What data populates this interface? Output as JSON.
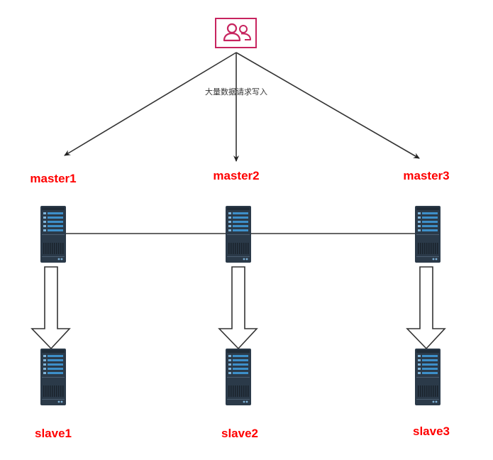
{
  "diagram": {
    "edge_label": "大量数据请求写入",
    "client_icon": "users-icon",
    "server_icon": "server-icon",
    "masters": [
      {
        "label": "master1"
      },
      {
        "label": "master2"
      },
      {
        "label": "master3"
      }
    ],
    "slaves": [
      {
        "label": "slave1"
      },
      {
        "label": "slave2"
      },
      {
        "label": "slave3"
      }
    ],
    "colors": {
      "label": "#ff0000",
      "client_icon": "#c7245f",
      "server_body": "#2b3a49",
      "server_panel": "#3d8fc9",
      "line": "#333333"
    }
  }
}
